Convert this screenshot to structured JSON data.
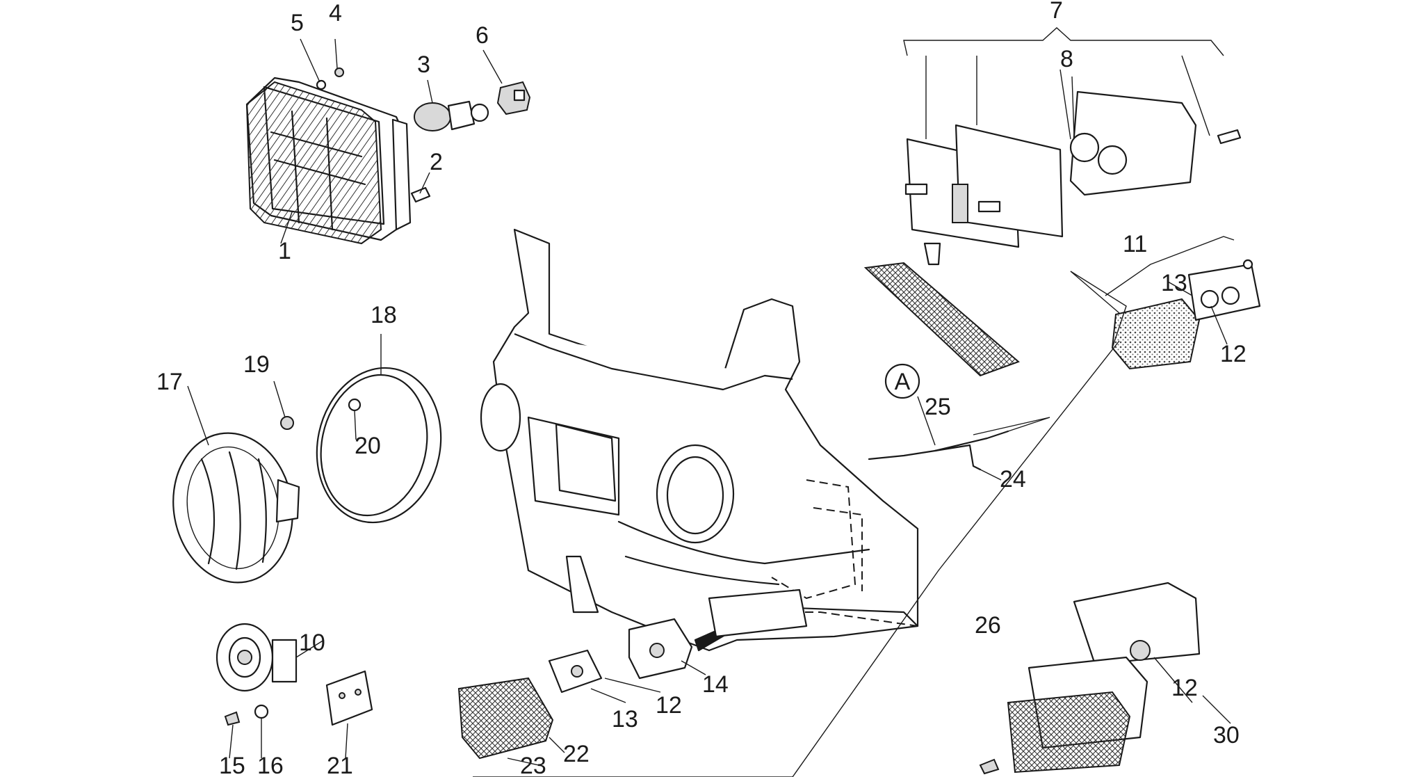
{
  "callouts": {
    "c1": "1",
    "c2": "2",
    "c3": "3",
    "c4": "4",
    "c5": "5",
    "c6": "6",
    "c7": "7",
    "c8": "8",
    "c10": "10",
    "c11": "11",
    "c12a": "12",
    "c12b": "12",
    "c12c": "12",
    "c13a": "13",
    "c13b": "13",
    "c14": "14",
    "c15": "15",
    "c16": "16",
    "c17": "17",
    "c18": "18",
    "c19": "19",
    "c20": "20",
    "c21": "21",
    "c22": "22",
    "c23": "23",
    "c24": "24",
    "c25": "25",
    "c26": "26",
    "c30": "30"
  },
  "detail_marker": "A"
}
